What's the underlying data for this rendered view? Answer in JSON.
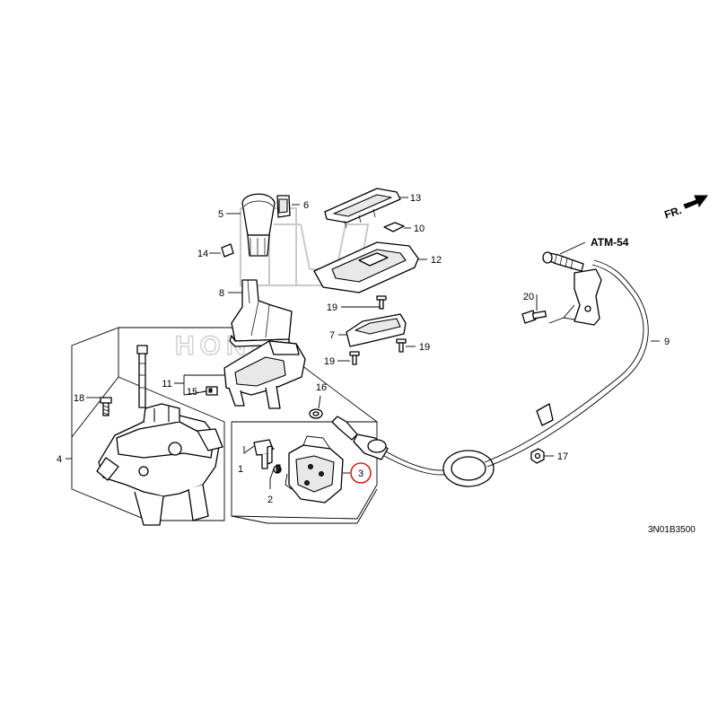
{
  "callouts": {
    "c1": "1",
    "c2": "2",
    "c3": "3",
    "c4": "4",
    "c5": "5",
    "c6": "6",
    "c7": "7",
    "c8": "8",
    "c9": "9",
    "c10": "10",
    "c11": "11",
    "c12": "12",
    "c13": "13",
    "c14": "14",
    "c15": "15",
    "c16": "16",
    "c17": "17",
    "c18": "18",
    "c19a": "19",
    "c19b": "19",
    "c19c": "19",
    "c20": "20"
  },
  "refs": {
    "atm": "ATM-54",
    "front": "FR."
  },
  "diagram_code": "3N01B3500",
  "highlight": {
    "callout": "3",
    "color": "#d42020"
  },
  "watermark": {
    "logo": "honda-wing-logo",
    "text": "HONDA"
  }
}
